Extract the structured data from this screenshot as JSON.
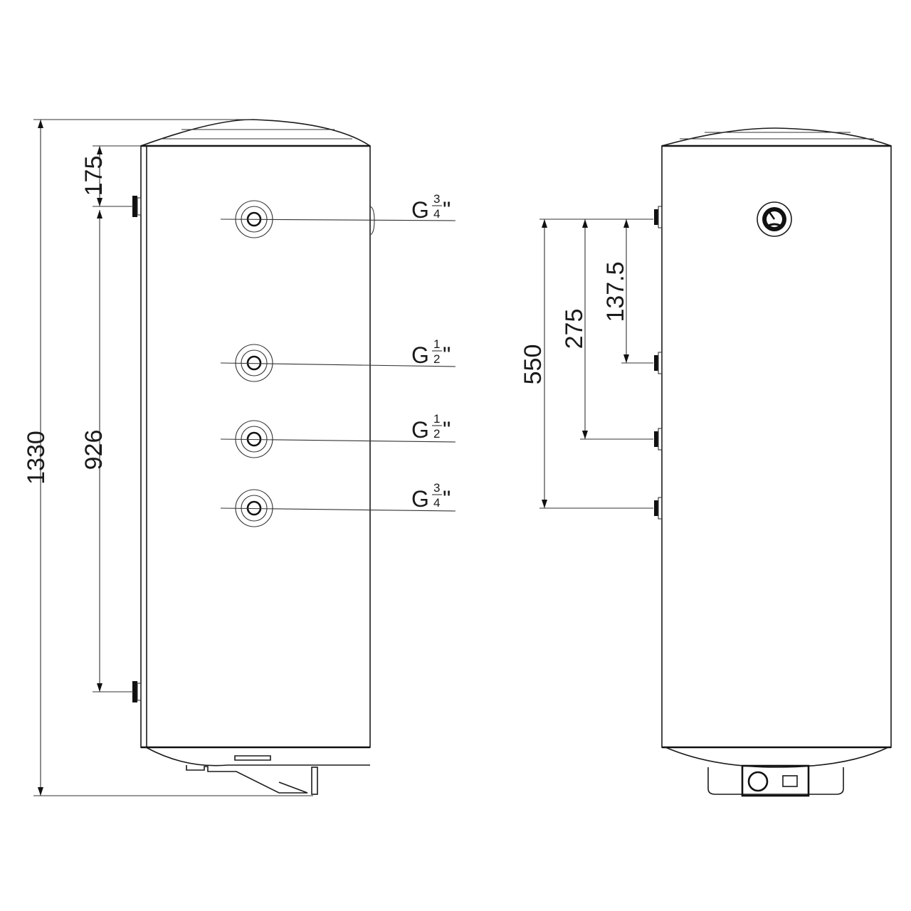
{
  "dimensions": {
    "total_height": "1330",
    "top_to_first_port": "175",
    "port_spacing_side": "926",
    "right_550": "550",
    "right_275": "275",
    "right_137_5": "137.5"
  },
  "fittings": [
    {
      "prefix": "G",
      "num": "3",
      "den": "4",
      "suffix": "\""
    },
    {
      "prefix": "G",
      "num": "1",
      "den": "2",
      "suffix": "\""
    },
    {
      "prefix": "G",
      "num": "1",
      "den": "2",
      "suffix": "\""
    },
    {
      "prefix": "G",
      "num": "3",
      "den": "4",
      "suffix": "\""
    }
  ]
}
